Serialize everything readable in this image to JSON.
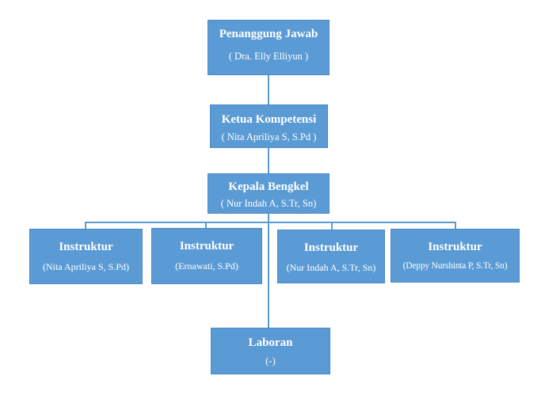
{
  "org": {
    "head": {
      "title": "Penanggung Jawab",
      "name": "( Dra. Elly Elliyun )"
    },
    "chair": {
      "title": "Ketua Kompetensi",
      "name": "( Nita Apriliya S, S.Pd )"
    },
    "workshop_head": {
      "title": "Kepala Bengkel",
      "name": "( Nur Indah A, S.Tr, Sn)"
    },
    "instructors": [
      {
        "title": "Instruktur",
        "name": "(Nita Apriliya S, S.Pd)"
      },
      {
        "title": "Instruktur",
        "name": "(Ernawati, S.Pd)"
      },
      {
        "title": "Instruktur",
        "name": "(Nur Indah A, S.Tr, Sn)"
      },
      {
        "title": "Instruktur",
        "name": "(Deppy Nurshinta P, S.Tr, Sn)"
      }
    ],
    "lab": {
      "title": "Laboran",
      "name": "(-)"
    }
  },
  "colors": {
    "box_fill": "#5b9bd5",
    "connector": "#5b9bd5",
    "text": "#ffffff"
  }
}
